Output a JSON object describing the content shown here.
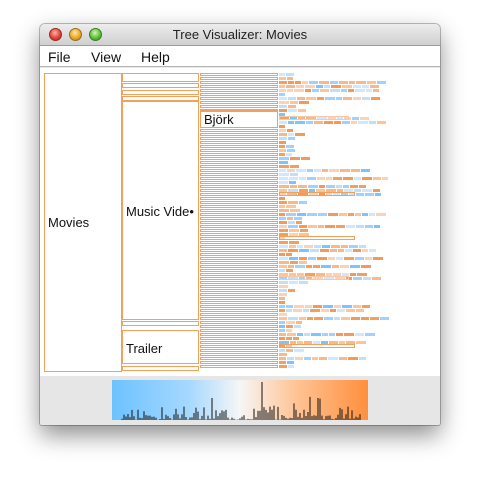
{
  "window": {
    "title": "Tree Visualizer: Movies"
  },
  "menu": {
    "items": [
      "File",
      "View",
      "Help"
    ]
  },
  "tree": {
    "root_label": "Movies",
    "level1": [
      {
        "label": ""
      },
      {
        "label": ""
      },
      {
        "label": ""
      },
      {
        "label": ""
      },
      {
        "label": "Music Vide•"
      },
      {
        "label": ""
      },
      {
        "label": "Trailer"
      },
      {
        "label": ""
      }
    ],
    "selected_node": "Björk"
  },
  "legend": {
    "colors": {
      "low": "#6cc2ff",
      "mid": "#f6f6f6",
      "high": "#ff8f3c"
    }
  }
}
